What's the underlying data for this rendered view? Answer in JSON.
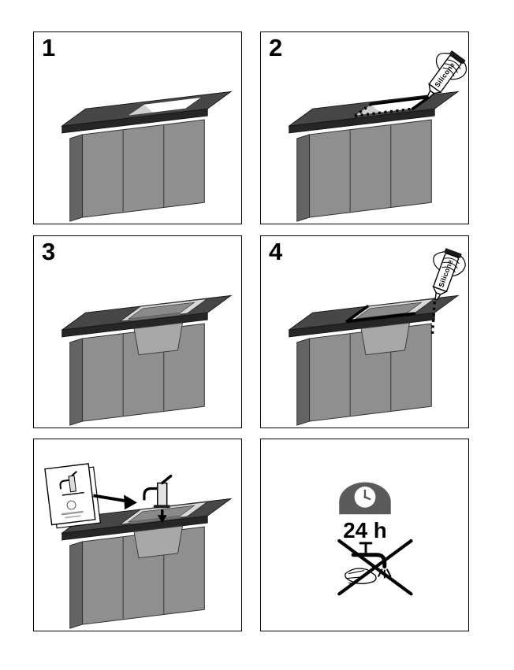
{
  "page": {
    "background": "#ffffff",
    "panel_border_color": "#000000"
  },
  "colors": {
    "counter_top": "#474747",
    "counter_edge": "#262626",
    "body_front": "#8f8f8f",
    "body_side": "#646464",
    "door_line": "#4a4a4a",
    "cutout": "#ffffff",
    "hole_shade": "#cfcfcf",
    "sink_rim": "#d9d9d9",
    "sink_basin": "#8a8a8a",
    "bowl_front": "#a8a8a8",
    "clock_gray": "#5a5a5a"
  },
  "panels": [
    {
      "step_label": "1",
      "illustration": "cabinet-with-countertop-cutout"
    },
    {
      "step_label": "2",
      "tool_label": "Silicone",
      "illustration": "apply-silicone-around-cutout"
    },
    {
      "step_label": "3",
      "illustration": "sink-inserted-into-cutout"
    },
    {
      "step_label": "4",
      "tool_label": "Silicone",
      "illustration": "apply-silicone-around-sink-rim"
    },
    {
      "step_label": "",
      "illustration": "install-faucet-according-to-manual"
    },
    {
      "step_label": "",
      "wait_label": "24 h",
      "illustration": "do-not-use-water-for-24-hours"
    }
  ]
}
